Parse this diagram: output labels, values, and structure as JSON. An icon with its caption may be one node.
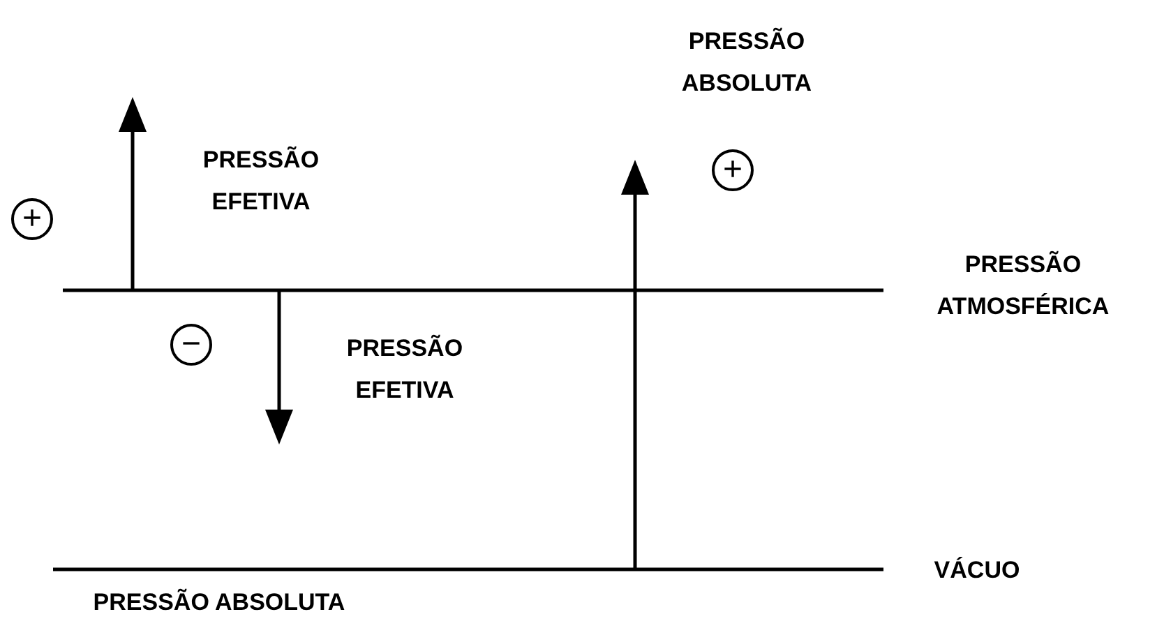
{
  "diagram": {
    "nodes": [
      {
        "text": [
          "+"
        ]
      },
      {
        "text": [
          "+"
        ]
      },
      {
        "text": [
          "−"
        ]
      }
    ],
    "labels": [
      "PRESSÃO ABSOLUTA",
      "PRESSÃO EFETIVA",
      "PRESSÃO ATMOSFÉRICA",
      "PRESSÃO EFETIVA",
      "VÁCUO",
      "PRESSÃO ABSOLUTA"
    ]
  }
}
